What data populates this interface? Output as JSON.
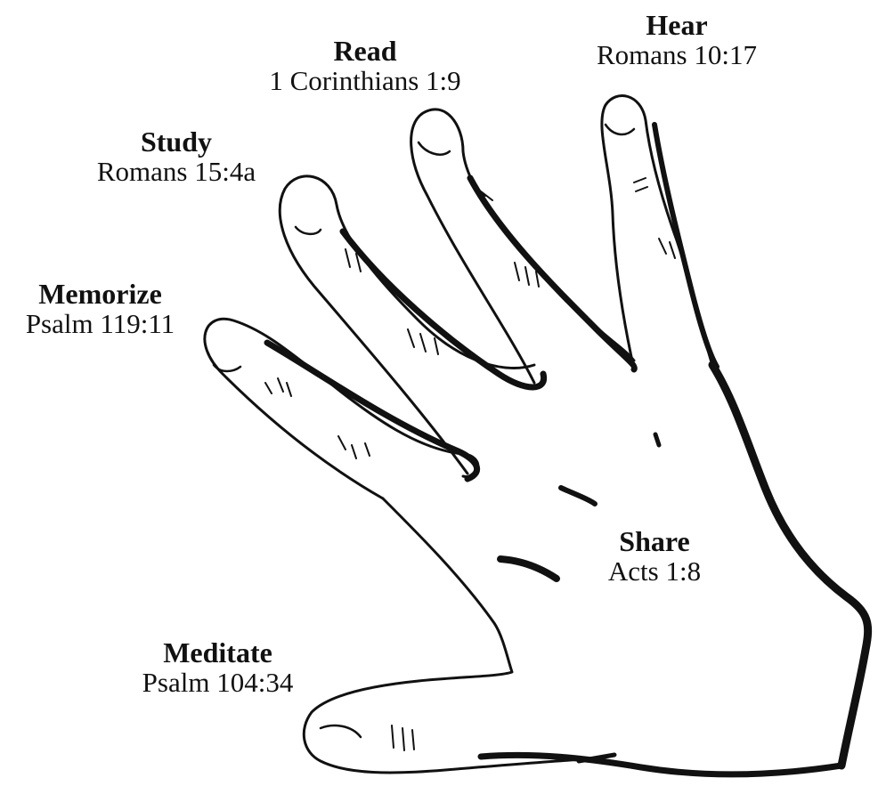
{
  "labels": {
    "hear": {
      "heading": "Hear",
      "reference": "Romans 10:17"
    },
    "read": {
      "heading": "Read",
      "reference": "1 Corinthians 1:9"
    },
    "study": {
      "heading": "Study",
      "reference": "Romans 15:4a"
    },
    "memorize": {
      "heading": "Memorize",
      "reference": "Psalm 119:11"
    },
    "share": {
      "heading": "Share",
      "reference": "Acts 1:8"
    },
    "meditate": {
      "heading": "Meditate",
      "reference": "Psalm 104:34"
    }
  },
  "colors": {
    "ink": "#111111",
    "background": "#ffffff"
  }
}
